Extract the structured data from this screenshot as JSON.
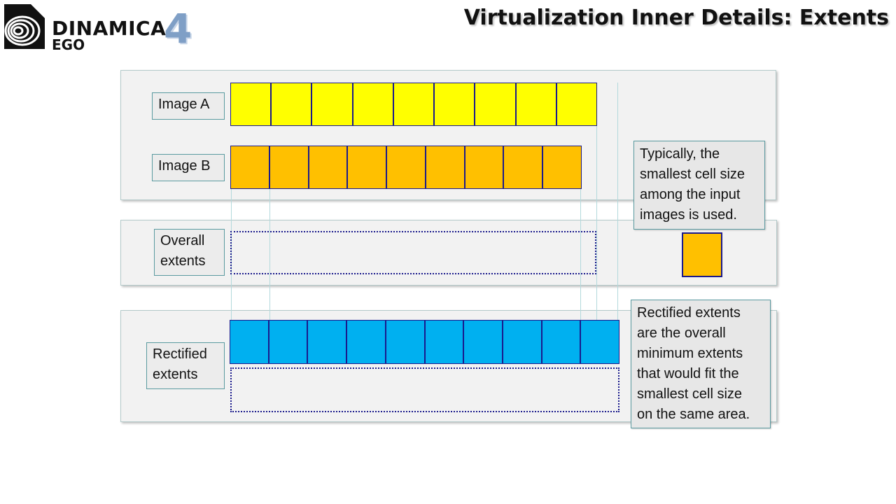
{
  "logo": {
    "word1": "DINAMICA",
    "word2": "EGO",
    "version": "4",
    "icon": "spiral-logo-icon"
  },
  "title": "Virtualization Inner Details: Extents",
  "labels": {
    "image_a": "Image A",
    "image_b": "Image B",
    "overall_line1": "Overall",
    "overall_line2": "extents",
    "rectified_line1": "Rectified",
    "rectified_line2": "extents"
  },
  "callouts": {
    "cell_size": [
      "Typically, the",
      "smallest cell size",
      "among the input",
      "images is used."
    ],
    "rectified": [
      "Rectified extents",
      "are the overall",
      "minimum extents",
      "that would fit the",
      "smallest cell size",
      "on the same area."
    ]
  },
  "grids": {
    "image_a_cells": 9,
    "image_b_cells": 9,
    "rectified_cells": 10
  },
  "colors": {
    "image_a": "#ffff00",
    "image_b": "#ffc000",
    "rectified": "#00b0f0",
    "cell_border": "#1a1a8c",
    "panel": "#f2f2f2"
  }
}
